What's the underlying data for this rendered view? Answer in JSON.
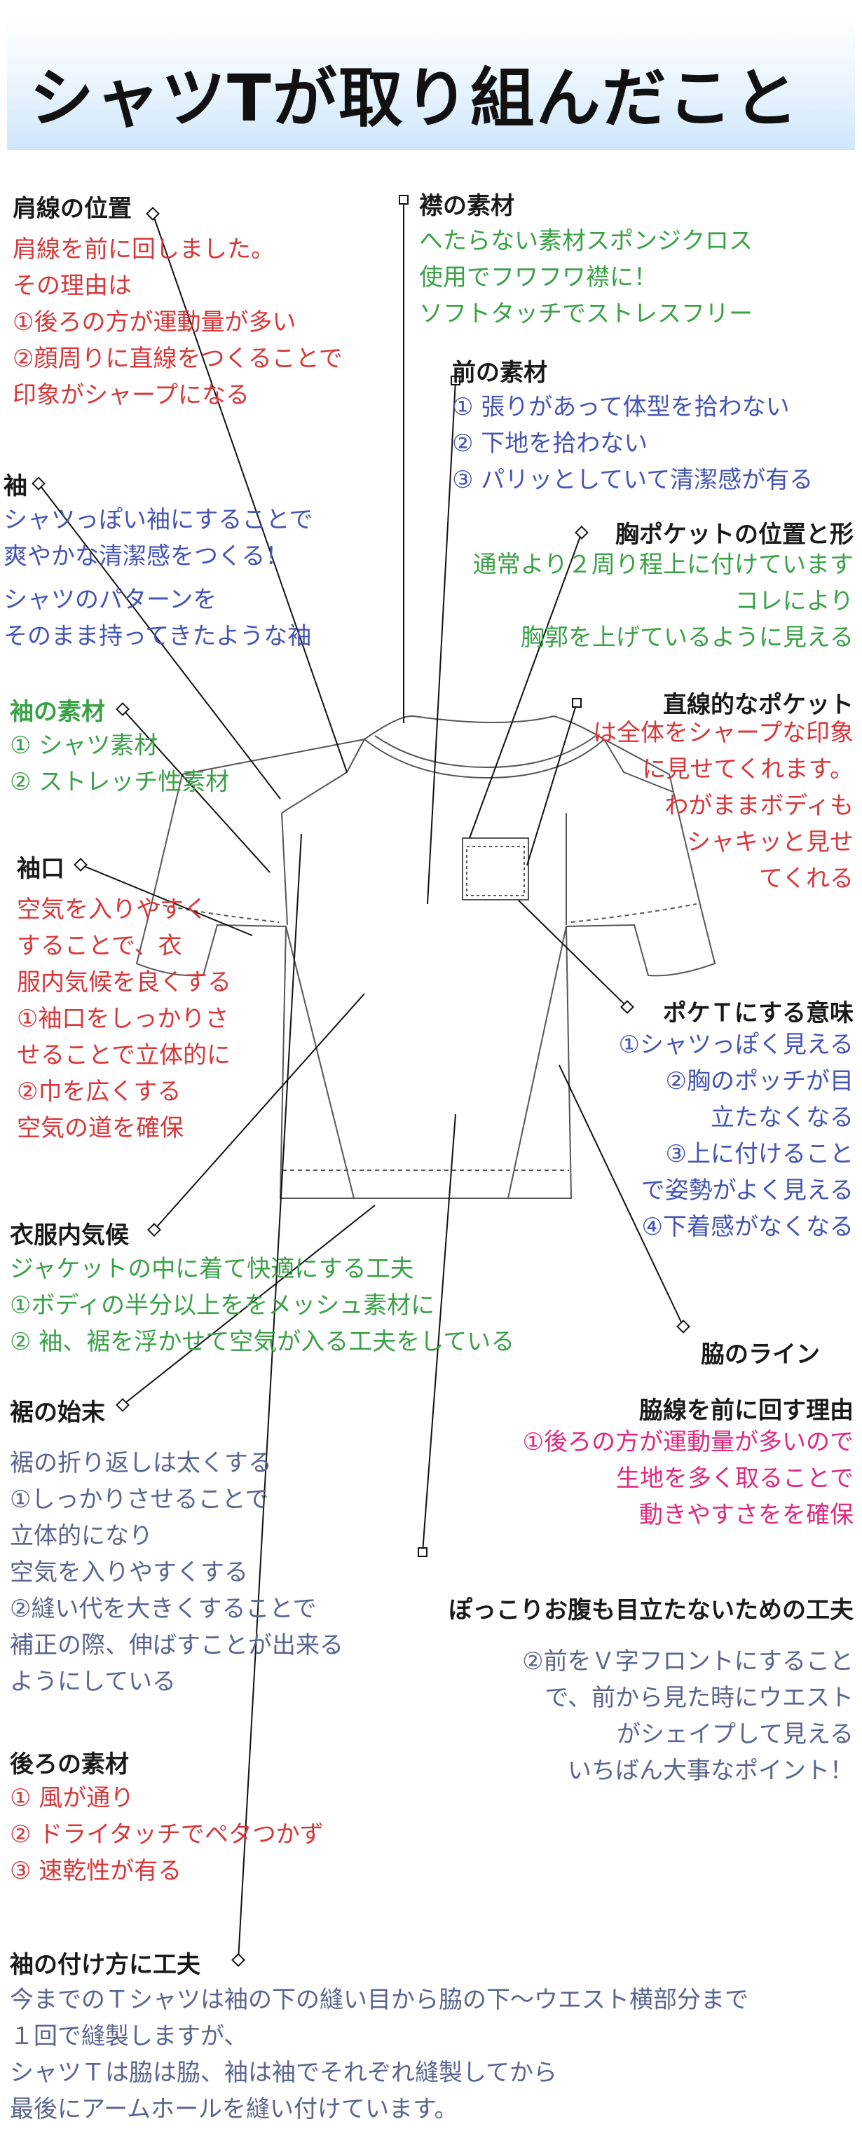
{
  "title": "シャツTが取り組んだこと",
  "sections": {
    "shoulder_line": {
      "heading": "肩線の位置",
      "lines": [
        "肩線を前に回しました。",
        "その理由は",
        "①後ろの方が運動量が多い",
        "②顔周りに直線をつくることで",
        "印象がシャープになる"
      ]
    },
    "collar_material": {
      "heading": "襟の素材",
      "lines": [
        "へたらない素材スポンジクロス",
        "使用でフワフワ襟に！",
        "ソフトタッチでストレスフリー"
      ]
    },
    "front_material": {
      "heading": "前の素材",
      "lines": [
        "① 張りがあって体型を拾わない",
        "② 下地を拾わない",
        "③ パリッとしていて清潔感が有る"
      ]
    },
    "sleeve": {
      "heading": "袖",
      "lines": [
        "シャツっぽい袖にすることで",
        "爽やかな清潔感をつくる！",
        "シャツのパターンを",
        "そのまま持ってきたような袖"
      ]
    },
    "pocket_position": {
      "heading": "胸ポケットの位置と形",
      "lines": [
        "通常より２周り程上に付けています",
        "コレにより",
        "胸郭を上げているように見える"
      ]
    },
    "straight_pocket": {
      "heading": "直線的なポケット",
      "lines": [
        "は全体をシャープな印象",
        "に見せてくれます。",
        "わがままボディも",
        "シャキッと見せ",
        "てくれる"
      ]
    },
    "sleeve_material": {
      "heading": "袖の素材",
      "lines": [
        "① シャツ素材",
        "② ストレッチ性素材"
      ]
    },
    "cuff": {
      "heading": "袖口",
      "lines": [
        "空気を入りやすく",
        "することで、衣",
        "服内気候を良くする",
        "①袖口をしっかりさ",
        "せることで立体的に",
        "②巾を広くする",
        "空気の道を確保"
      ]
    },
    "pocket_t": {
      "heading": "ポケＴにする意味",
      "lines": [
        "①シャツっぽく見える",
        "②胸のポッチが目",
        "立たなくなる",
        "③上に付けること",
        "で姿勢がよく見える",
        "④下着感がなくなる"
      ]
    },
    "microclimate": {
      "heading": "衣服内気候",
      "lines": [
        "ジャケットの中に着て快適にする工夫",
        "①ボディの半分以上ををメッシュ素材に",
        "② 袖、裾を浮かせて空気が入る工夫をしている"
      ]
    },
    "side_line": {
      "heading": "脇のライン"
    },
    "side_seam_reason": {
      "heading": "脇線を前に回す理由",
      "lines": [
        "①後ろの方が運動量が多いので",
        "生地を多く取ることで",
        "動きやすさをを確保"
      ]
    },
    "hem_finish": {
      "heading": "裾の始末",
      "lines": [
        "裾の折り返しは太くする",
        "①しっかりさせることで",
        "立体的になり",
        "空気を入りやすくする",
        "②縫い代を大きくすることで",
        "補正の際、伸ばすことが出来る",
        "ようにしている"
      ]
    },
    "belly": {
      "heading": "ぽっこりお腹も目立たないための工夫",
      "lines": [
        "②前をＶ字フロントにすること",
        "で、前から見た時にウエスト",
        "がシェイプして見える",
        "いちばん大事なポイント！"
      ]
    },
    "back_material": {
      "heading": "後ろの素材",
      "lines": [
        "① 風が通り",
        "② ドライタッチでペタつかず",
        "③ 速乾性が有る"
      ]
    },
    "sleeve_attach": {
      "heading": "袖の付け方に工夫",
      "lines": [
        "今までのＴシャツは袖の下の縫い目から脇の下〜ウエスト横部分まで",
        "１回で縫製しますが、",
        "シャツＴは脇は脇、袖は袖でそれぞれ縫製してから",
        "最後にアームホールを縫い付けています。"
      ]
    }
  },
  "colors": {
    "red": "#d8373a",
    "blue": "#4654b4",
    "green": "#3aa147",
    "pink": "#e0297f",
    "slate": "#5a6590",
    "header_gradient_end": "#cfe7fb"
  }
}
